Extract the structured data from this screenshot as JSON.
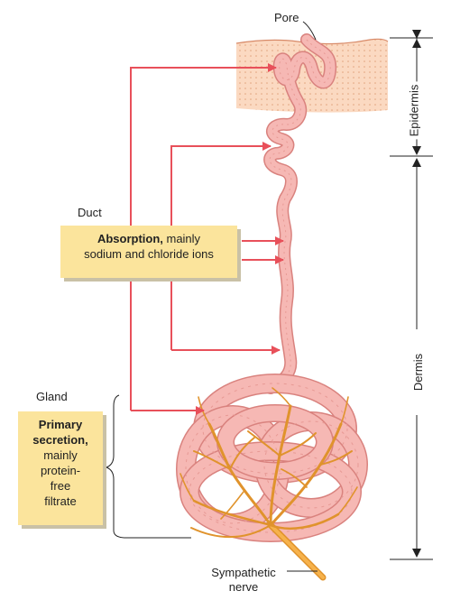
{
  "labels": {
    "pore": "Pore",
    "epidermis": "Epidermis",
    "dermis": "Dermis",
    "duct": "Duct",
    "gland": "Gland",
    "nerve_line1": "Sympathetic",
    "nerve_line2": "nerve"
  },
  "absorption_box": {
    "bold": "Absorption,",
    "rest_line1": " mainly",
    "line2": "sodium and chloride ions"
  },
  "secretion_box": {
    "line1": "Primary",
    "line2": "secretion,",
    "line3": "mainly",
    "line4": "protein-",
    "line5": "free",
    "line6": "filtrate"
  },
  "colors": {
    "arrow": "#e8505a",
    "duct_fill": "#f6b8b4",
    "duct_stroke": "#d9827e",
    "skin": "#fbd9c1",
    "nerve": "#f0a23c",
    "box": "#fbe49c"
  }
}
